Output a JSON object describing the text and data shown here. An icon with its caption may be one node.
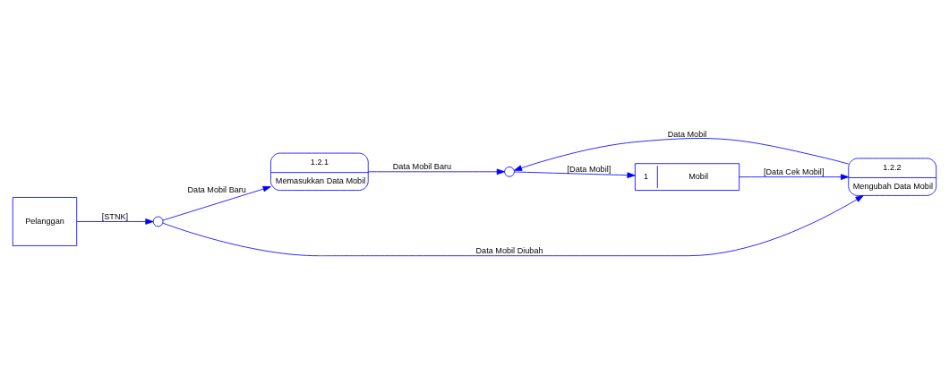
{
  "diagram": {
    "nodes": [
      {
        "text": [
          "Pelanggan"
        ]
      },
      {
        "text": [],
        "shape": "circle"
      },
      {
        "text": [
          "1.2.1",
          "Memasukkan Data Mobil"
        ]
      },
      {
        "text": [
          "1.2.2",
          "Mengubah Data Mobil"
        ]
      },
      {
        "text": [],
        "shape": "circle"
      },
      {
        "text": [
          "1",
          "Mobil"
        ]
      }
    ],
    "edges": [
      {
        "from": 0,
        "to": 1,
        "arrow": "to",
        "label": "[STNK]"
      },
      {
        "from": 1,
        "to": 2,
        "arrow": "to",
        "label": "Data Mobil Baru"
      },
      {
        "from": 1,
        "to": 3,
        "arrow": "to",
        "label": "Data Mobil Diubah"
      },
      {
        "from": 2,
        "to": 4,
        "arrow": "to",
        "label": "Data Mobil Baru"
      },
      {
        "from": 3,
        "to": 4,
        "arrow": "to",
        "label": "Data Mobil"
      },
      {
        "from": 4,
        "to": 5,
        "arrow": "to",
        "label": "[Data Mobil]"
      },
      {
        "from": 5,
        "to": 3,
        "arrow": "to",
        "label": "[Data Cek Mobil]"
      }
    ]
  }
}
